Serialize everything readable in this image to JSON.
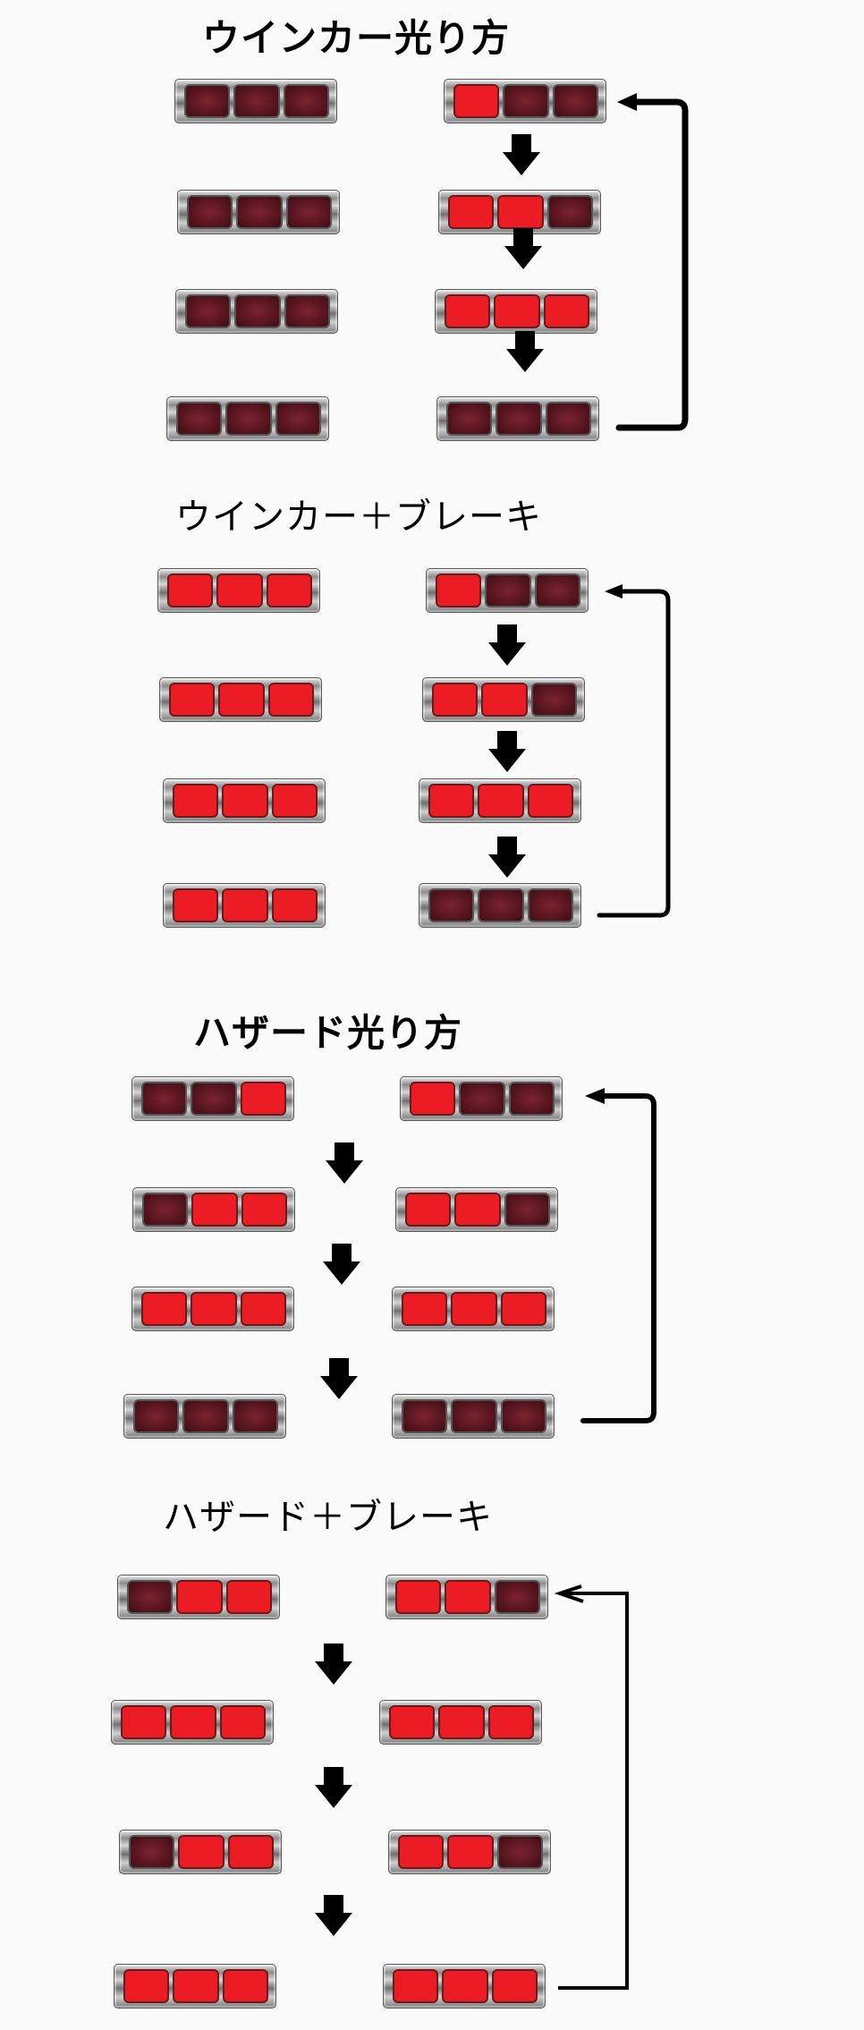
{
  "colors": {
    "lit": "#ec1c24",
    "unlit": "#5b1620",
    "arrow": "#000000",
    "background": "#fbfbfb"
  },
  "sections": [
    {
      "id": "winker",
      "title": "ウインカー光り方",
      "left_states": [
        [
          "off",
          "off",
          "off"
        ],
        [
          "off",
          "off",
          "off"
        ],
        [
          "off",
          "off",
          "off"
        ],
        [
          "off",
          "off",
          "off"
        ]
      ],
      "right_states": [
        [
          "on",
          "off",
          "off"
        ],
        [
          "on",
          "on",
          "off"
        ],
        [
          "on",
          "on",
          "on"
        ],
        [
          "off",
          "off",
          "off"
        ]
      ],
      "step_arrow_icon": "down-arrow-icon",
      "loop_icon": "loop-back-arrow-icon"
    },
    {
      "id": "winker-brake",
      "title": "ウインカー＋ブレーキ",
      "left_states": [
        [
          "on",
          "on",
          "on"
        ],
        [
          "on",
          "on",
          "on"
        ],
        [
          "on",
          "on",
          "on"
        ],
        [
          "on",
          "on",
          "on"
        ]
      ],
      "right_states": [
        [
          "on",
          "off",
          "off"
        ],
        [
          "on",
          "on",
          "off"
        ],
        [
          "on",
          "on",
          "on"
        ],
        [
          "off",
          "off",
          "off"
        ]
      ],
      "step_arrow_icon": "down-arrow-icon",
      "loop_icon": "loop-back-arrow-icon"
    },
    {
      "id": "hazard",
      "title": "ハザード光り方",
      "left_states": [
        [
          "off",
          "off",
          "on"
        ],
        [
          "off",
          "on",
          "on"
        ],
        [
          "on",
          "on",
          "on"
        ],
        [
          "off",
          "off",
          "off"
        ]
      ],
      "right_states": [
        [
          "on",
          "off",
          "off"
        ],
        [
          "on",
          "on",
          "off"
        ],
        [
          "on",
          "on",
          "on"
        ],
        [
          "off",
          "off",
          "off"
        ]
      ],
      "step_arrow_icon": "down-arrow-icon",
      "loop_icon": "loop-back-arrow-icon"
    },
    {
      "id": "hazard-brake",
      "title": "ハザード＋ブレーキ",
      "left_states": [
        [
          "off",
          "on",
          "on"
        ],
        [
          "on",
          "on",
          "on"
        ],
        [
          "off",
          "on",
          "on"
        ],
        [
          "on",
          "on",
          "on"
        ]
      ],
      "right_states": [
        [
          "on",
          "on",
          "off"
        ],
        [
          "on",
          "on",
          "on"
        ],
        [
          "on",
          "on",
          "off"
        ],
        [
          "on",
          "on",
          "on"
        ]
      ],
      "step_arrow_icon": "down-arrow-icon",
      "loop_icon": "loop-back-arrow-icon"
    }
  ]
}
